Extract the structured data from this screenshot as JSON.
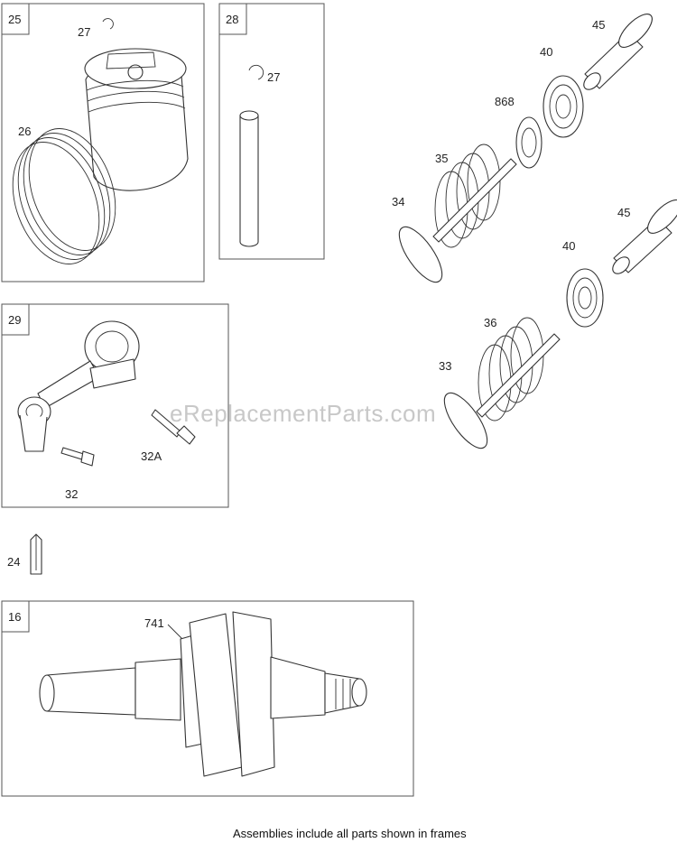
{
  "frames": {
    "piston": {
      "tag": "25"
    },
    "wrist_pin": {
      "tag": "28"
    },
    "connecting_rod": {
      "tag": "29"
    },
    "crankshaft": {
      "tag": "16"
    }
  },
  "callouts": {
    "piston_clip": "27",
    "piston_rings": "26",
    "pin_clip": "27",
    "rod_bolt": "32",
    "rod_bolt_alt": "32A",
    "key": "24",
    "timing_gear": "741",
    "tappet_upper": "45",
    "retainer_upper": "40",
    "seal": "868",
    "spring_upper": "35",
    "valve_upper": "34",
    "tappet_lower": "45",
    "retainer_lower": "40",
    "spring_lower": "36",
    "valve_lower": "33"
  },
  "watermark": "eReplacementParts.com",
  "caption": "Assemblies include all parts shown in frames"
}
